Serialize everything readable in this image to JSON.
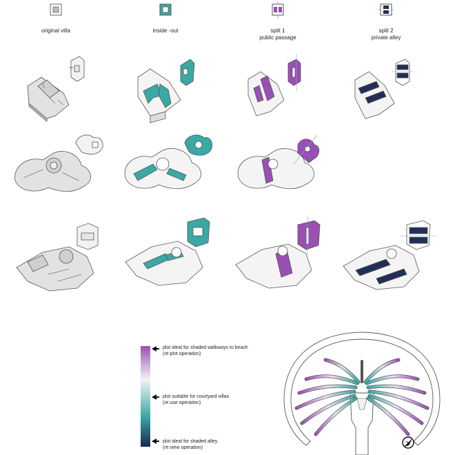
{
  "colors": {
    "teal": "#3aa8a5",
    "purple": "#9a4fb3",
    "navy": "#232e58",
    "line": "#555555",
    "fill_grey": "#e2e2e2",
    "fill_light": "#f4f4f4"
  },
  "columns": [
    {
      "icon": "square-ring-grey-icon",
      "line1": "original villa",
      "line2": ""
    },
    {
      "icon": "square-ring-teal-icon",
      "line1": "inside -out",
      "line2": ""
    },
    {
      "icon": "split-purple-icon",
      "line1": "split 1",
      "line2": "public passage"
    },
    {
      "icon": "split-navy-icon",
      "line1": "split 2",
      "line2": "private alley"
    }
  ],
  "legend": {
    "items": [
      {
        "line1": "plot ideal for shaded walkways to beach",
        "line2": "(re:plot operation)"
      },
      {
        "line1": "plot suitable for courtyard villas",
        "line2": "(re:use operation)"
      },
      {
        "line1": "plot ideal for shaded alley",
        "line2": "(re:view operation)"
      }
    ]
  },
  "map": {
    "icon": "north-arrow-icon"
  }
}
